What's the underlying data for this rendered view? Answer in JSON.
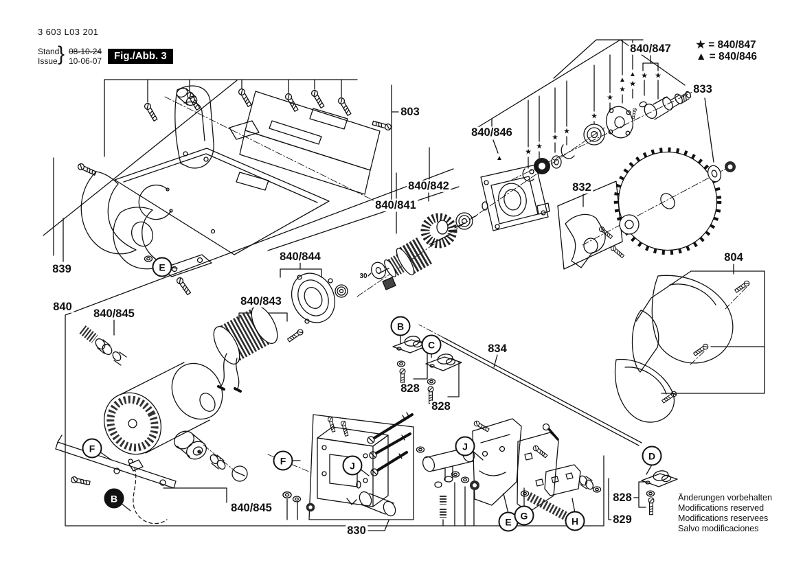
{
  "header": {
    "part_number": "3 603 L03 201",
    "stand_label": "Stand",
    "issue_label": "Issue",
    "brace": "}",
    "old_date": "08-10-24",
    "new_date": "10-06-07",
    "figure_label": "Fig./Abb. 3"
  },
  "legend": {
    "rows": [
      "★ = 840/847",
      "▲ = 840/846"
    ]
  },
  "symbols": {
    "star": "★",
    "triangle": "▲"
  },
  "part_labels": {
    "p803": "803",
    "p833": "833",
    "p832": "832",
    "p804": "804",
    "p834": "834",
    "p839": "839",
    "p840": "840",
    "p830": "830",
    "p829": "829",
    "p828a": "828",
    "p828b": "828",
    "p828c": "828",
    "p841": "840/841",
    "p842": "840/842",
    "p843": "840/843",
    "p844": "840/844",
    "p845a": "840/845",
    "p845b": "840/845",
    "p846": "840/846",
    "p847": "840/847",
    "p30": "30"
  },
  "callouts": {
    "B1": "B",
    "B2": "B",
    "C1": "C",
    "D1": "D",
    "E1": "E",
    "E2": "E",
    "F1": "F",
    "F2": "F",
    "G1": "G",
    "H1": "H",
    "J1": "J",
    "J2": "J"
  },
  "footer": {
    "lines": [
      "Änderungen vorbehalten",
      "Modifications reserved",
      "Modifications reservees",
      "Salvo modificaciones"
    ]
  }
}
